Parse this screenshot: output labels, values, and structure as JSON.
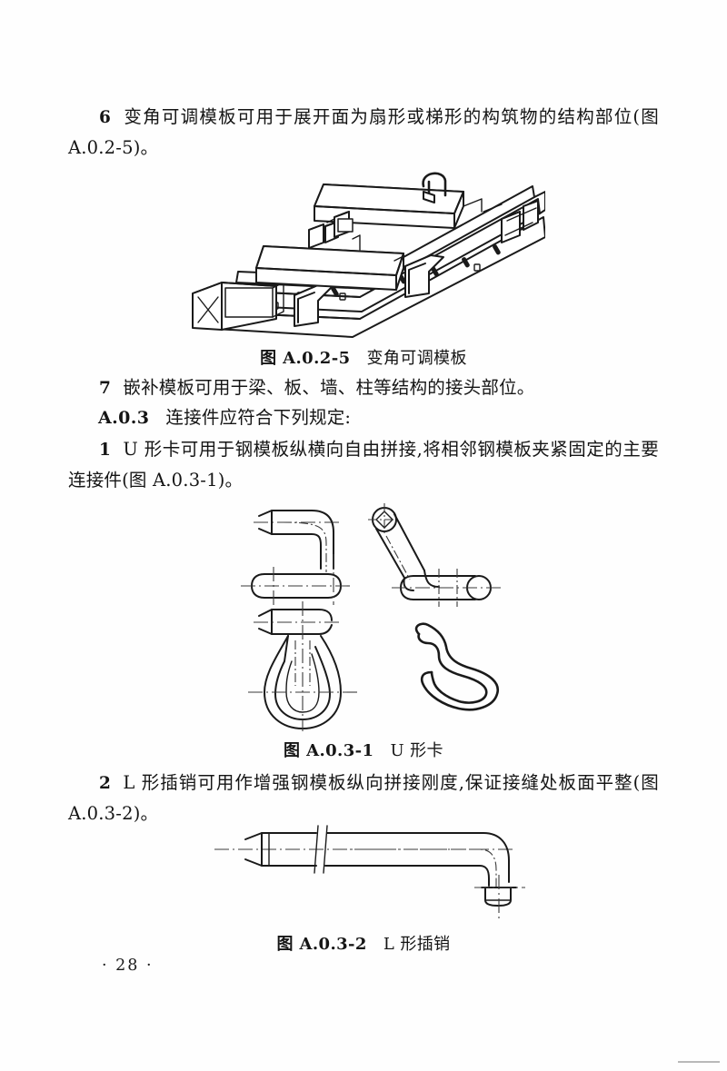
{
  "document": {
    "page_number": "· 28 ·",
    "language": "zh-CN"
  },
  "blocks": {
    "item6": {
      "number": "6",
      "text": "变角可调模板可用于展开面为扇形或梯形的构筑物的结构部位(图 A.0.2-5)。"
    },
    "item7": {
      "number": "7",
      "text": "嵌补模板可用于梁、板、墙、柱等结构的接头部位。"
    },
    "clause_a03": {
      "label": "A.0.3",
      "text": "连接件应符合下列规定:"
    },
    "item1": {
      "number": "1",
      "text": "U 形卡可用于钢模板纵横向自由拼接,将相邻钢模板夹紧固定的主要连接件(图 A.0.3-1)。"
    },
    "item2": {
      "number": "2",
      "text": "L 形插销可用作增强钢模板纵向拼接刚度,保证接缝处板面平整(图 A.0.3-2)。"
    }
  },
  "figures": [
    {
      "id": "fig-a025",
      "caption_id": "图 A.0.2-5",
      "caption_title": "变角可调模板",
      "description": "isometric-line-drawing-adjustable-angle-formwork"
    },
    {
      "id": "fig-a031",
      "caption_id": "图 A.0.3-1",
      "caption_title": "U 形卡",
      "description": "engineering-drawing-u-shaped-clamp-multiview"
    },
    {
      "id": "fig-a032",
      "caption_id": "图 A.0.3-2",
      "caption_title": "L 形插销",
      "description": "engineering-drawing-l-shaped-pin"
    }
  ],
  "colors": {
    "ink": "#151515",
    "paper": "#ffffff",
    "line": "#1a1a1a",
    "centerline": "#3a3a3a"
  }
}
